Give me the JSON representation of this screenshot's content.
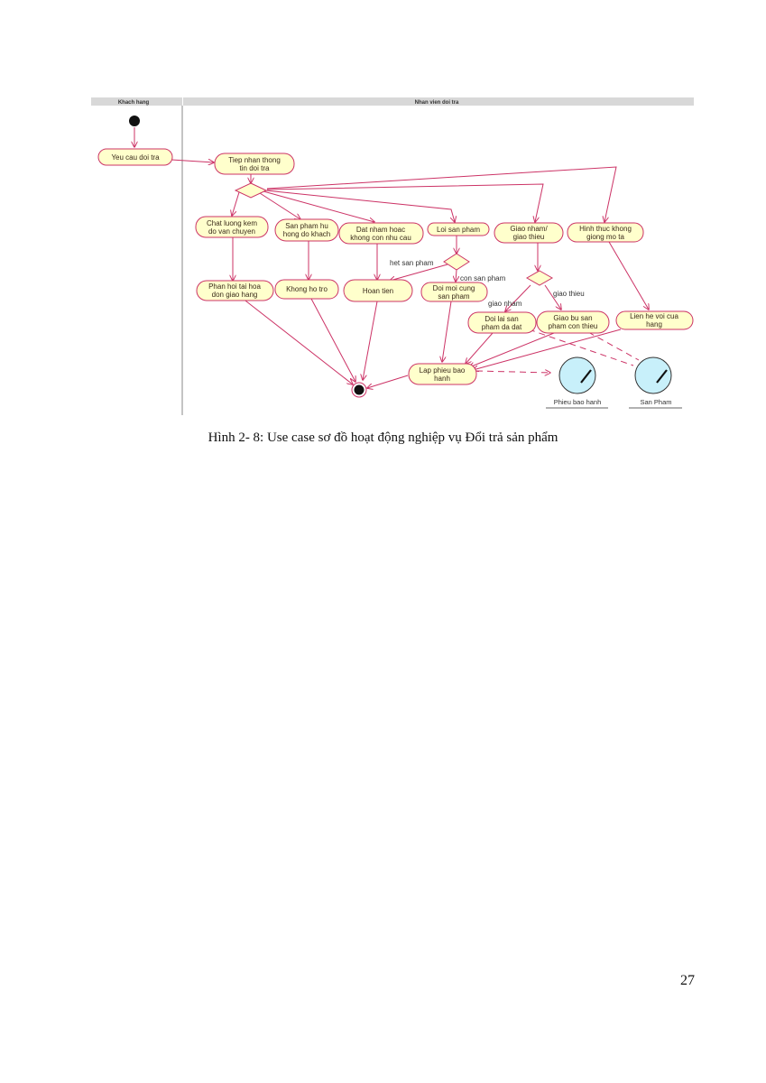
{
  "lanes": {
    "customer": "Khach hang",
    "staff": "Nhan vien doi tra"
  },
  "nodes": {
    "request": "Yeu cau doi tra",
    "receive": [
      "Tiep nhan thong",
      "tin doi tra"
    ],
    "quality": [
      "Chat luong kem",
      "do van chuyen"
    ],
    "damaged": [
      "San pham hu",
      "hong do khach"
    ],
    "wrong_order": [
      "Dat nham hoac",
      "khong con nhu cau"
    ],
    "defect": "Loi san pham",
    "wrong_delivery": [
      "Giao nham/",
      "giao thieu"
    ],
    "mismatch": [
      "Hinh thuc khong",
      "giong mo ta"
    ],
    "invoice_feedback": [
      "Phan hoi tai hoa",
      "don giao hang"
    ],
    "no_support": "Khong ho tro",
    "refund": "Hoan tien",
    "exchange_same": [
      "Doi moi cung",
      "san pham"
    ],
    "exchange_ordered": [
      "Doi lai san",
      "pham da dat"
    ],
    "deliver_missing": [
      "Giao bu san",
      "pham con thieu"
    ],
    "contact_shop": [
      "Lien he voi cua",
      "hang"
    ],
    "warranty_slip": [
      "Lap phieu bao",
      "hanh"
    ]
  },
  "guards": {
    "out_of_stock": "het san pham",
    "in_stock": "con san pham",
    "wrong_item": "giao nham",
    "missing_item": "giao thieu"
  },
  "objects": {
    "warranty": "Phieu bao hanh",
    "product": "San Pham"
  },
  "colors": {
    "node_fill": "#ffffcc",
    "edge": "#cc3366",
    "object_fill": "#c8f0fa",
    "lane_header": "#d8d8d8"
  },
  "caption": "Hình 2- 8: Use case sơ đồ hoạt động nghiệp vụ Đổi trả sản phẩm",
  "page_number": "27"
}
